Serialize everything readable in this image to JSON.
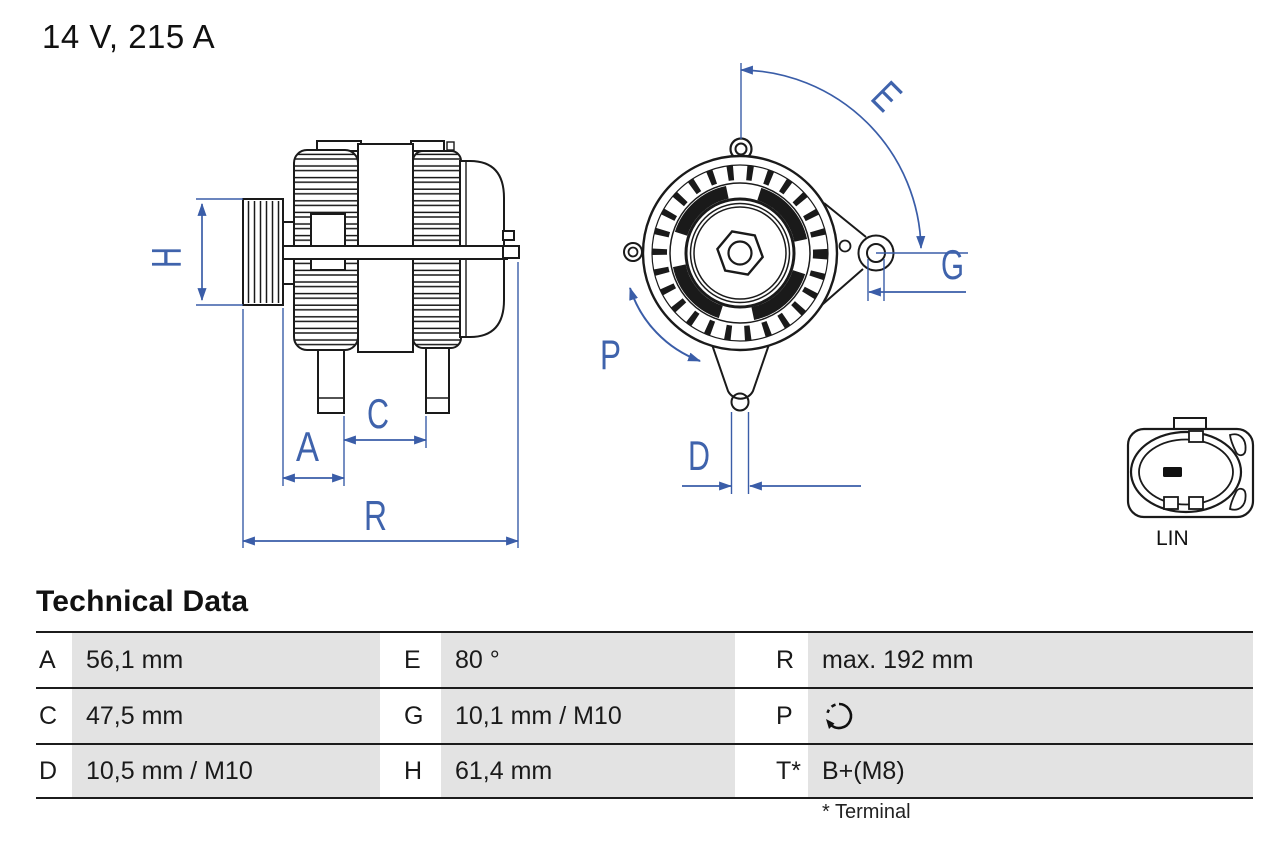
{
  "title": "14 V, 215 A",
  "drawing": {
    "labels": {
      "H": "H",
      "A": "A",
      "C": "C",
      "R": "R",
      "E": "E",
      "G": "G",
      "P": "P",
      "D": "D"
    },
    "connector_label": "LIN",
    "colors": {
      "dimension_blue": "#3A5DA8",
      "line_black": "#1a1a1a"
    }
  },
  "table": {
    "heading": "Technical Data",
    "footnote": "* Terminal",
    "colors": {
      "value_cell_bg": "#e3e3e3"
    },
    "rows": [
      [
        {
          "key": "A",
          "value": "56,1 mm"
        },
        {
          "key": "E",
          "value": "80 °"
        },
        {
          "key": "R",
          "value": "max. 192 mm"
        }
      ],
      [
        {
          "key": "C",
          "value": "47,5 mm"
        },
        {
          "key": "G",
          "value": "10,1 mm / M10"
        },
        {
          "key": "P",
          "value": "",
          "icon": "rotation-direction-clockwise"
        }
      ],
      [
        {
          "key": "D",
          "value": "10,5 mm / M10"
        },
        {
          "key": "H",
          "value": "61,4 mm"
        },
        {
          "key": "T*",
          "value": "B+(M8)"
        }
      ]
    ]
  }
}
